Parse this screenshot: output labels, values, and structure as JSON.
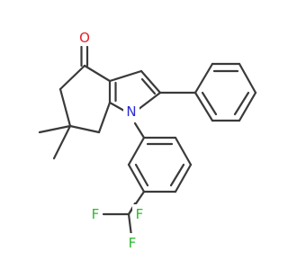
{
  "molecule": {
    "atoms": {
      "O": {
        "text": "O",
        "color": "#e8202a"
      },
      "N": {
        "text": "N",
        "color": "#2a2ad8"
      },
      "F1": {
        "text": "F",
        "color": "#2eb82e"
      },
      "F2": {
        "text": "F",
        "color": "#2eb82e"
      },
      "F3": {
        "text": "F",
        "color": "#2eb82e"
      }
    },
    "bond_color": "#3a3a3a"
  }
}
